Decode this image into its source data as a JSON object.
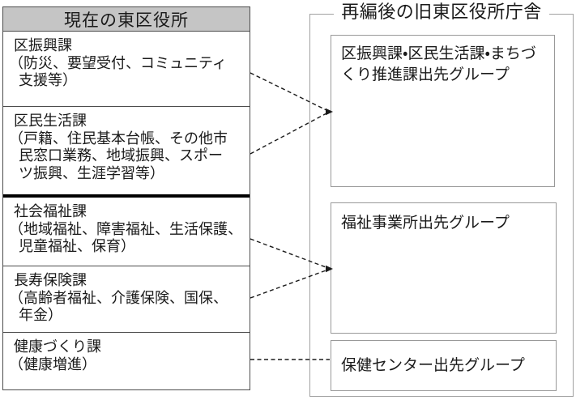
{
  "left_panel": {
    "title": "現在の東区役所",
    "rows": [
      {
        "lines": [
          "区振興課",
          "（防災、要望受付、コミュニティ",
          "支援等）"
        ]
      },
      {
        "lines": [
          "区民生活課",
          "（戸籍、住民基本台帳、その他市",
          "民窓口業務、地域振興、スポー",
          "ツ振興、生涯学習等）"
        ]
      },
      {
        "lines": [
          "社会福祉課",
          "（地域福祉、障害福祉、生活保護、",
          "児童福祉、保育）"
        ]
      },
      {
        "lines": [
          "長寿保険課",
          "（高齢者福祉、介護保険、国保、",
          "年金）"
        ]
      },
      {
        "lines": [
          "健康づくり課",
          "（健康増進）"
        ]
      }
    ]
  },
  "right_panel": {
    "title": "再編後の旧東区役所庁舎",
    "groups": [
      {
        "label": "区振興課・区民生活課・まちづくり推進課出先グループ"
      },
      {
        "label": "福祉事業所出先グループ"
      },
      {
        "label": "保健センター出先グループ"
      }
    ]
  },
  "connectors": {
    "style": "dashed",
    "mappings": [
      {
        "from": [
          "区振興課",
          "区民生活課"
        ],
        "to": "区振興課・区民生活課・まちづくり推進課出先グループ",
        "arrowhead": true
      },
      {
        "from": [
          "社会福祉課",
          "長寿保険課"
        ],
        "to": "福祉事業所出先グループ",
        "arrowhead": true
      },
      {
        "from": [
          "健康づくり課"
        ],
        "to": "保健センター出先グループ",
        "arrowhead": false
      }
    ]
  },
  "colors": {
    "header_bg": "#c5c5c5",
    "table_border": "#4d4d4d",
    "strong_divider": "#000000",
    "box_border": "#999999",
    "connector": "#1a1a1a",
    "text": "#1a1a1a",
    "background": "#ffffff"
  }
}
